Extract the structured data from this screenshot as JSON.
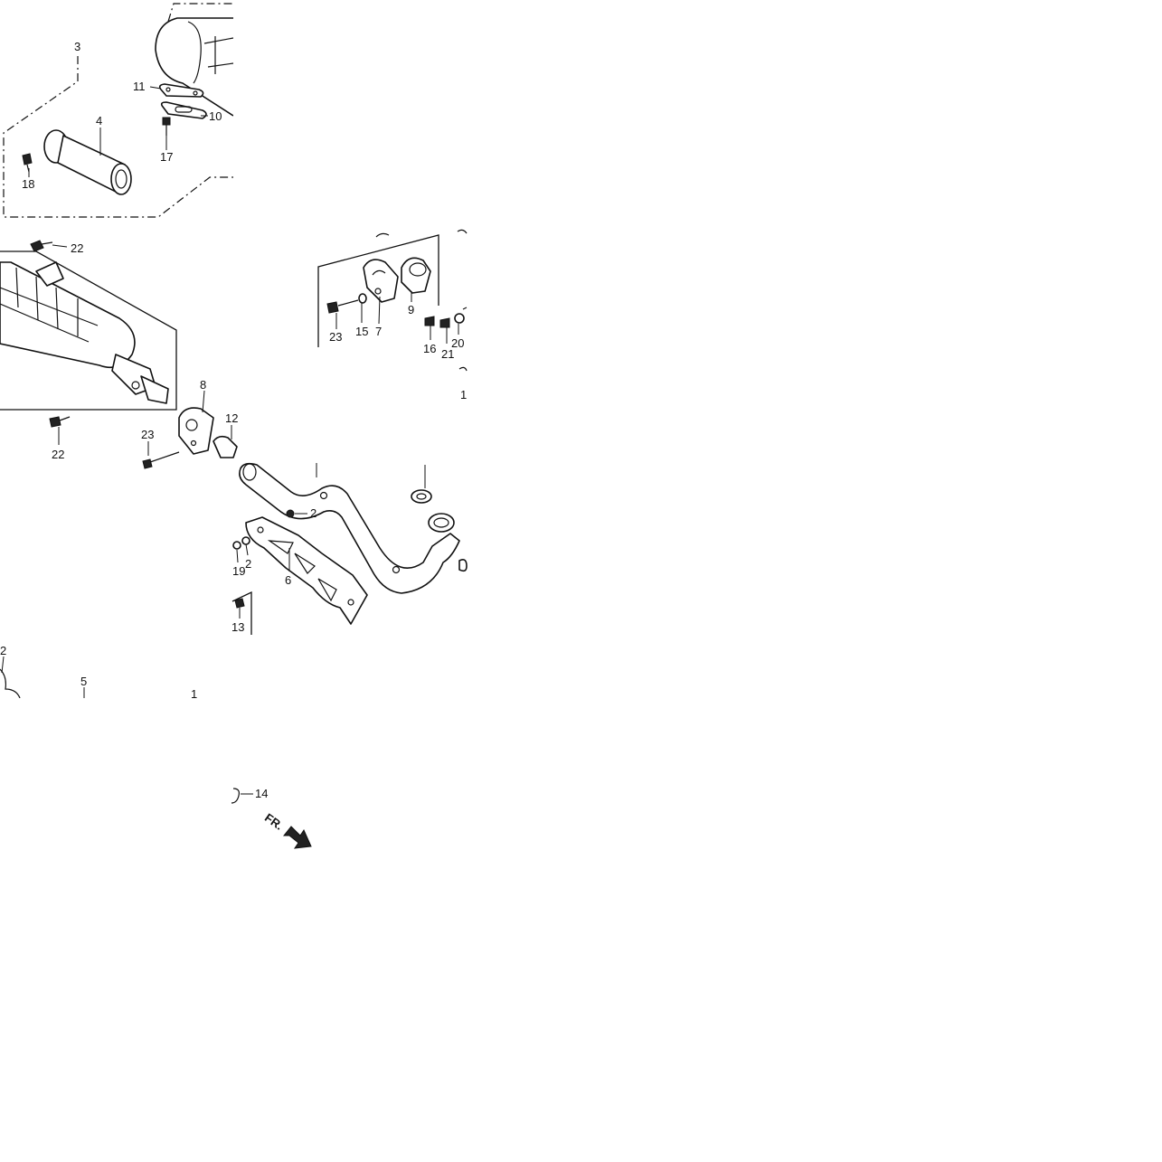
{
  "callouts": {
    "c3": "3",
    "c11": "11",
    "c10": "10",
    "c4": "4",
    "c17": "17",
    "c18": "18",
    "c22a": "22",
    "c22b": "22",
    "c8": "8",
    "c12": "12",
    "c23a": "23",
    "c23b": "23",
    "c15": "15",
    "c7": "7",
    "c9": "9",
    "c16": "16",
    "c21": "21",
    "c20": "20",
    "c1r": "1",
    "c2a": "2",
    "c2b": "2",
    "c19": "19",
    "c6": "6",
    "c13": "13",
    "c2c": "2",
    "c5": "5",
    "c1b": "1",
    "c14": "14"
  },
  "direction_label": "FR."
}
